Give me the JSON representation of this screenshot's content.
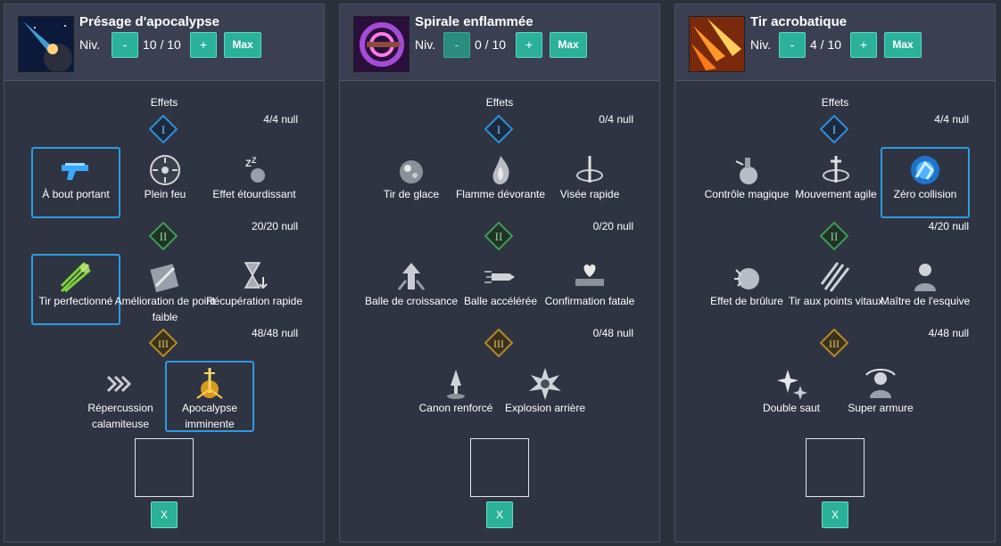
{
  "skills": [
    {
      "title": "Présage d'apocalypse",
      "level_label": "Niv.",
      "level": "10 / 10",
      "minus": "-",
      "plus": "+",
      "max": "Max",
      "effects_label": "Effets",
      "tier1": {
        "badge": "I",
        "count": "4/4 null"
      },
      "tier2": {
        "badge": "II",
        "count": "20/20 null"
      },
      "tier3": {
        "badge": "III",
        "count": "48/48 null"
      },
      "t1": [
        "À bout portant",
        "Plein feu",
        "Effet étourdissant"
      ],
      "t2": [
        "Tir perfectionné",
        "Amélioration de point faible",
        "Récupération rapide"
      ],
      "t3": [
        "Répercussion calamiteuse",
        "Apocalypse imminente"
      ],
      "clear": "X"
    },
    {
      "title": "Spirale enflammée",
      "level_label": "Niv.",
      "level": "0 / 10",
      "minus": "-",
      "plus": "+",
      "max": "Max",
      "effects_label": "Effets",
      "tier1": {
        "badge": "I",
        "count": "0/4 null"
      },
      "tier2": {
        "badge": "II",
        "count": "0/20 null"
      },
      "tier3": {
        "badge": "III",
        "count": "0/48 null"
      },
      "t1": [
        "Tir de glace",
        "Flamme dévorante",
        "Visée rapide"
      ],
      "t2": [
        "Balle de croissance",
        "Balle accélérée",
        "Confirmation fatale"
      ],
      "t3": [
        "Canon renforcé",
        "Explosion arrière"
      ],
      "clear": "X"
    },
    {
      "title": "Tir acrobatique",
      "level_label": "Niv.",
      "level": "4 / 10",
      "minus": "-",
      "plus": "+",
      "max": "Max",
      "effects_label": "Effets",
      "tier1": {
        "badge": "I",
        "count": "4/4 null"
      },
      "tier2": {
        "badge": "II",
        "count": "4/20 null"
      },
      "tier3": {
        "badge": "III",
        "count": "4/48 null"
      },
      "t1": [
        "Contrôle magique",
        "Mouvement agile",
        "Zéro collision"
      ],
      "t2": [
        "Effet de brûlure",
        "Tir aux points vitaux",
        "Maître de l'esquive"
      ],
      "t3": [
        "Double saut",
        "Super armure"
      ],
      "clear": "X"
    }
  ],
  "colors": {
    "accent": "#2bb19a",
    "selected_border": "#2d9ce0",
    "tier1": "#2f8fd6",
    "tier2": "#3f9b55",
    "tier3": "#b38a2a"
  }
}
